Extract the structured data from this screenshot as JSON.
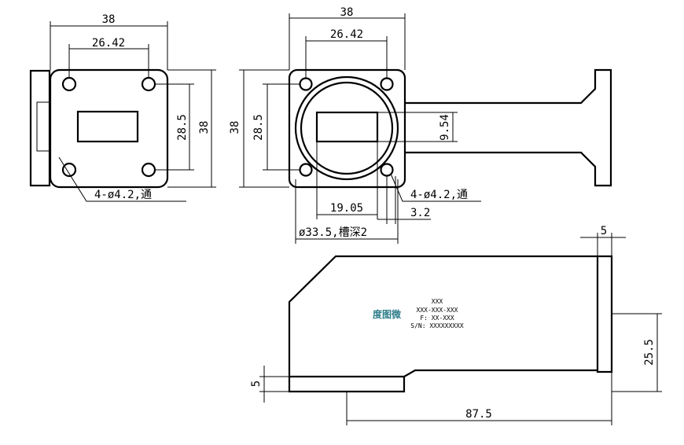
{
  "front_view": {
    "dim_width": "38",
    "dim_inner_width": "26.42",
    "dim_hole_vertical": "28.5",
    "dim_height": "38",
    "hole_note": "4-ø4.2,通"
  },
  "side_view": {
    "dim_width": "38",
    "dim_inner_width": "26.42",
    "dim_height": "38",
    "dim_hole_vertical": "28.5",
    "dim_aperture_height": "9.54",
    "hole_note": "4-ø4.2,通",
    "dim_aperture_width": "19.05",
    "dim_offset": "3.2",
    "groove_note": "ø33.5,槽深2"
  },
  "top_view": {
    "dim_flange_thickness": "5",
    "dim_height": "25.5",
    "dim_base_thickness": "5",
    "dim_length": "87.5",
    "label": {
      "logo": "度图微",
      "line1": "XXX",
      "line2": "XXX-XXX-XXX",
      "line3": "F: XX-XXX",
      "line4": "S/N: XXXXXXXXX"
    }
  }
}
